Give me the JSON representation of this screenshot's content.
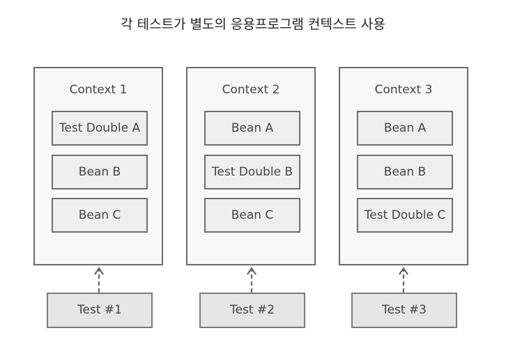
{
  "title": "각 테스트가 별도의 응용프로그램 컨텍스트 사용",
  "contexts": [
    {
      "label": "Context 1",
      "beans": [
        "Test Double A",
        "Bean B",
        "Bean C"
      ]
    },
    {
      "label": "Context 2",
      "beans": [
        "Bean A",
        "Test Double B",
        "Bean C"
      ]
    },
    {
      "label": "Context 3",
      "beans": [
        "Bean A",
        "Bean B",
        "Test Double C"
      ]
    }
  ],
  "tests": [
    {
      "label": "Test #1"
    },
    {
      "label": "Test #2"
    },
    {
      "label": "Test #3"
    }
  ],
  "colors": {
    "context_border": "#6b6b6b",
    "context_fill": "#f8f8f8",
    "bean_fill": "#efefef",
    "test_fill": "#e6e6e6",
    "arrow": "#666666"
  }
}
